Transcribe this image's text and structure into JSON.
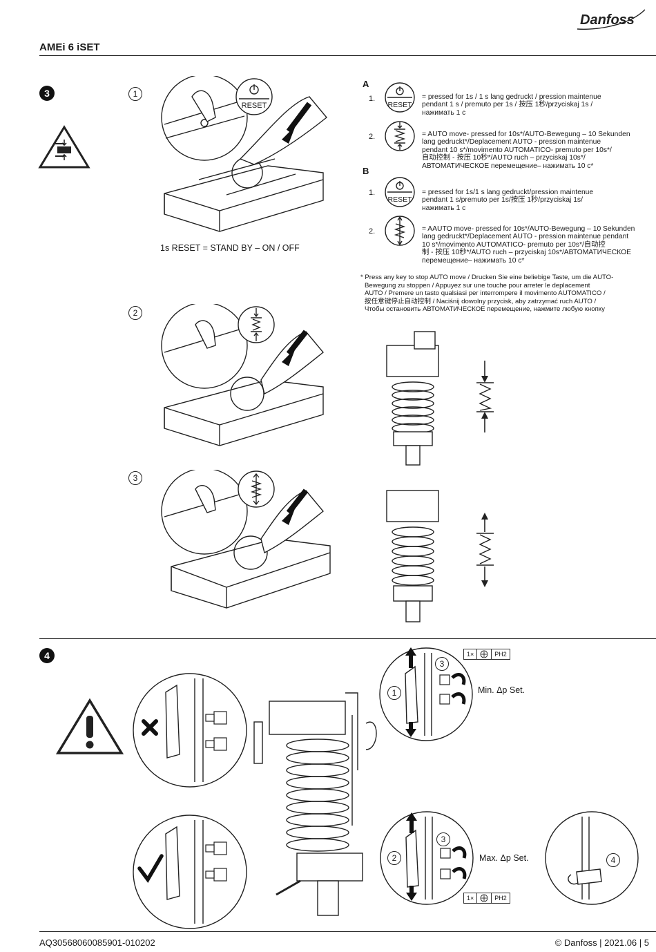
{
  "brand": {
    "logo_text": "Danfoss"
  },
  "header": {
    "title": "AMEi 6 iSET"
  },
  "section3": {
    "step": "3",
    "substeps": [
      "1",
      "2",
      "3"
    ],
    "reset_label": "RESET",
    "caption": "1s RESET = STAND BY – ON / OFF",
    "group_a": {
      "label": "A",
      "items": [
        {
          "num": "1.",
          "icon": "reset-icon",
          "lines": [
            "= pressed for 1s / 1 s lang gedruckt / pression maintenue",
            "pendant 1 s / premuto per 1s / 按压 1秒/przyciskaj 1s /",
            "нажимать 1 с"
          ]
        },
        {
          "num": "2.",
          "icon": "auto-move-icon",
          "lines": [
            "= AUTO move- pressed for 10s*/AUTO-Bewegung – 10 Sekunden",
            "lang gedruckt*/Deplacement AUTO - pression maintenue",
            "pendant 10 s*/movimento AUTOMATICO- premuto per 10s*/",
            "自动控制 - 按压 10秒*/AUTO ruch – przyciskaj 10s*/",
            "АВТОМАТИЧЕСКОЕ перемещение– нажимать 10 с*"
          ]
        }
      ]
    },
    "group_b": {
      "label": "B",
      "items": [
        {
          "num": "1.",
          "icon": "reset-icon",
          "lines": [
            "= pressed for 1s/1 s lang gedruckt/pression maintenue",
            "pendant 1 s/premuto per 1s/按压 1秒/przyciskaj 1s/",
            "нажимать 1 с"
          ]
        },
        {
          "num": "2.",
          "icon": "auto-move-icon",
          "lines": [
            "= AAUTO move- pressed for 10s*/AUTO-Bewegung – 10 Sekunden",
            "lang gedruckt*/Deplacement AUTO - pression maintenue pendant",
            "10 s*/movimento AUTOMATICO- premuto per 10s*/自动控",
            "制 - 按压 10秒*/AUTO ruch – przyciskaj 10s*/АВТОМАТИЧЕСКОЕ",
            "перемещение– нажимать 10 с*"
          ]
        }
      ]
    },
    "note_lines": [
      "* Press any key to stop AUTO move / Drucken Sie eine beliebige Taste, um die AUTO-",
      "Bewegung zu stoppen / Appuyez sur une touche pour arreter le deplacement",
      "AUTO / Premere un tasto qualsiasi per interrompere il movimento AUTOMATICO /",
      "按任意键停止自动控制 / Naciśnij dowolny przycisk, aby zatrzymać ruch AUTO /",
      "Чтобы остановить АВТОМАТИЧЕСКОЕ перемещение, нажмите любую кнопку"
    ]
  },
  "section4": {
    "step": "4",
    "callouts": [
      "1",
      "2",
      "3",
      "3",
      "4"
    ],
    "tool_qty": "1×",
    "tool_type": "PH2",
    "min_label": "Min. Δp Set.",
    "max_label": "Max. Δp Set."
  },
  "footer": {
    "doc_code": "AQ30568060085901-010202",
    "copyright": "© Danfoss | 2021.06 | 5"
  }
}
